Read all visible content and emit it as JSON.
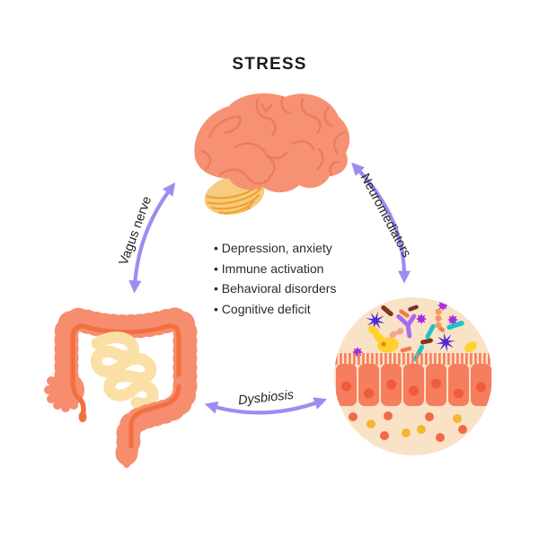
{
  "title": "STRESS",
  "labels": {
    "left_arrow": "Vagus nerve",
    "right_arrow": "Neuromediators",
    "bottom_arrow": "Dysbiosis"
  },
  "effects": {
    "items": [
      "Depression, anxiety",
      "Immune activation",
      "Behavioral disorders",
      "Cognitive deficit"
    ]
  },
  "illustrations": {
    "brain": "brain-illustration",
    "intestines": "intestines-illustration",
    "microbiome": "gut-microbiome-closeup-circle"
  },
  "colors": {
    "text": "#1c1c1c",
    "arrow": "#9d8cf2",
    "brain": "#f69173",
    "brain_gyri": "#ec7b5b",
    "cerebellum": "#f7cb80",
    "cerebellum_lines": "#efa22d",
    "intestine": "#f68d6e",
    "intestine_lumen": "#f26f3f",
    "small_intestine": "#fbe0a6",
    "circle_bg": "#fae2c6",
    "epithelial_cell": "#f67d5d",
    "cell_nucleus": "#f05b3b",
    "dot_orange": "#f2684a",
    "dot_yellow": "#f5b630",
    "microbe_star": "#4a2bd8",
    "microbe_flower": "#a132db",
    "microbe_teal": "#1fc2c3",
    "microbe_maroon": "#7e3521",
    "microbe_orange": "#f37c4e",
    "microbe_pill": "#f2a58d",
    "microbe_yellow": "#ffd02e",
    "microbe_yolk": "#e8891f",
    "microbe_chain": "#f29a63",
    "microbe_branch": "#a66cf0"
  }
}
